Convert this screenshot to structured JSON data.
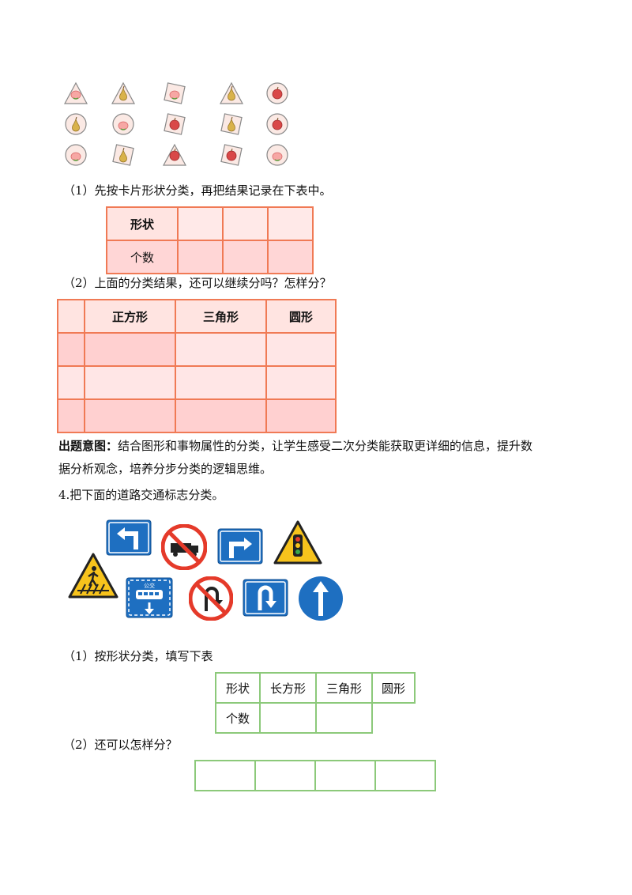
{
  "cards": [
    {
      "shape": "triangle",
      "fruit": "peach"
    },
    {
      "shape": "triangle",
      "fruit": "pear"
    },
    {
      "shape": "square",
      "fruit": "peach"
    },
    {
      "shape": "triangle",
      "fruit": "pear"
    },
    {
      "shape": "circle",
      "fruit": "apple"
    },
    {
      "shape": "circle",
      "fruit": "pear"
    },
    {
      "shape": "circle",
      "fruit": "peach"
    },
    {
      "shape": "square",
      "fruit": "apple"
    },
    {
      "shape": "square",
      "fruit": "pear"
    },
    {
      "shape": "circle",
      "fruit": "apple"
    },
    {
      "shape": "circle",
      "fruit": "peach"
    },
    {
      "shape": "square",
      "fruit": "pear"
    },
    {
      "shape": "triangle",
      "fruit": "apple"
    },
    {
      "shape": "square",
      "fruit": "apple"
    },
    {
      "shape": "circle",
      "fruit": "peach"
    }
  ],
  "q1": {
    "text": "（1）先按卡片形状分类，再把结果记录在下表中。",
    "table": {
      "row1_label": "形状",
      "row2_label": "个数"
    }
  },
  "q2": {
    "text": "（2）上面的分类结果，还可以继续分吗？怎样分？",
    "headers": [
      "",
      "正方形",
      "三角形",
      "圆形"
    ]
  },
  "intent": {
    "label": "出题意图：",
    "line1": "结合图形和事物属性的分类，让学生感受二次分类能获取更详细的信息，提升数",
    "line2": "据分析观念，培养分步分类的逻辑思维。"
  },
  "q4": {
    "title": "4.把下面的道路交通标志分类。",
    "bus_sign_text": "公交",
    "sub1": "（1）按形状分类，填写下表",
    "table_headers": [
      "形状",
      "长方形",
      "三角形",
      "圆形"
    ],
    "table_row2": "个数",
    "sub2": "（2）还可以怎样分？"
  },
  "colors": {
    "red_border": "#f07a55",
    "pink_fill": "#ffe4e1",
    "green_border": "#8cc97a",
    "sign_blue": "#1e6fc1",
    "sign_red": "#e53a2a",
    "sign_yellow": "#f7c31c"
  }
}
